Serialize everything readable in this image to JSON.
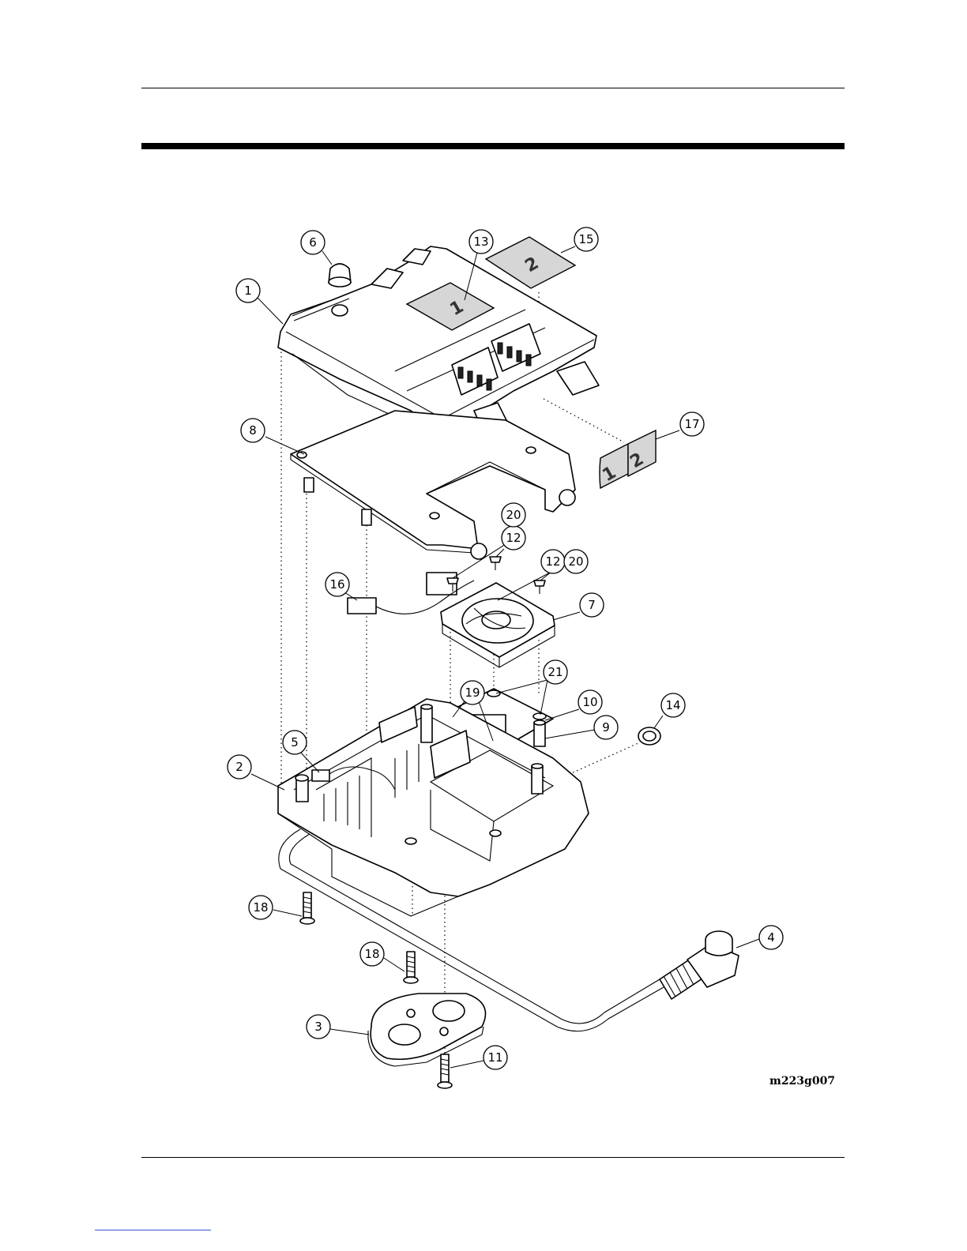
{
  "figure": {
    "id": "m223g007",
    "callouts": [
      "1",
      "2",
      "3",
      "4",
      "5",
      "6",
      "7",
      "8",
      "9",
      "10",
      "11",
      "12",
      "12",
      "13",
      "14",
      "15",
      "16",
      "17",
      "18",
      "18",
      "19",
      "20",
      "20",
      "21"
    ],
    "panel_labels": [
      "1",
      "2",
      "1",
      "2"
    ]
  }
}
